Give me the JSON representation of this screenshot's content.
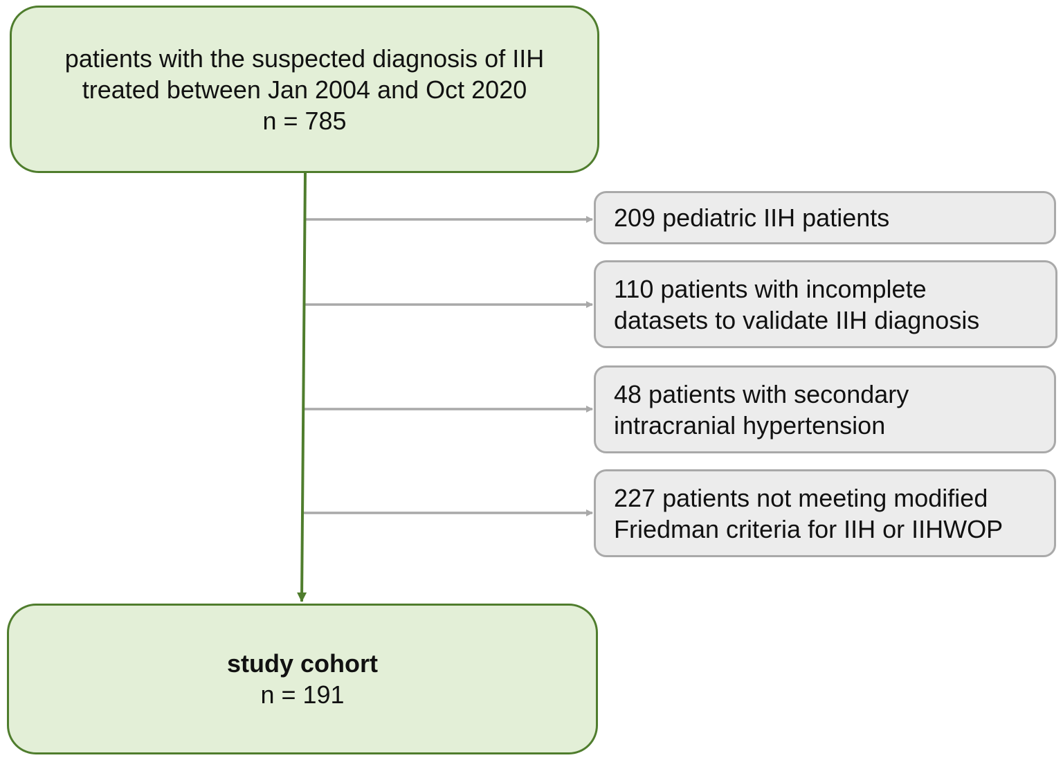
{
  "top_box": {
    "lines": [
      "patients with the suspected diagnosis of IIH",
      "treated between Jan 2004 and Oct 2020",
      "n = 785"
    ]
  },
  "exclusions": [
    {
      "lines": [
        "209 pediatric IIH patients"
      ]
    },
    {
      "lines": [
        "110 patients with incomplete",
        "datasets to validate IIH diagnosis"
      ]
    },
    {
      "lines": [
        "48 patients with secondary",
        "intracranial hypertension"
      ]
    },
    {
      "lines": [
        "227 patients not meeting modified",
        "Friedman criteria for IIH or IIHWOP"
      ]
    }
  ],
  "final_box": {
    "title": "study cohort",
    "count": "n = 191"
  },
  "colors": {
    "main_flow": "#4f7d2d",
    "main_fill": "#e3efd7",
    "exclusion_flow": "#a9a9a9",
    "exclusion_fill": "#ececec"
  }
}
